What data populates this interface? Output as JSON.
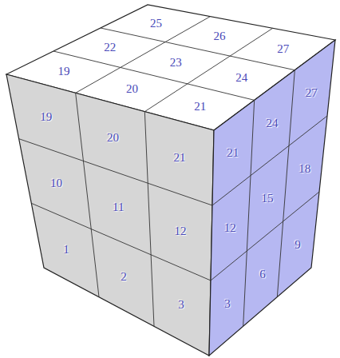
{
  "diagram": {
    "labels": [
      "25",
      "26",
      "27",
      "22",
      "23",
      "24",
      "19",
      "20",
      "21",
      "19",
      "20",
      "21",
      "10",
      "11",
      "12",
      "1",
      "2",
      "3",
      "21",
      "24",
      "27",
      "12",
      "15",
      "18",
      "3",
      "6",
      "9"
    ]
  }
}
